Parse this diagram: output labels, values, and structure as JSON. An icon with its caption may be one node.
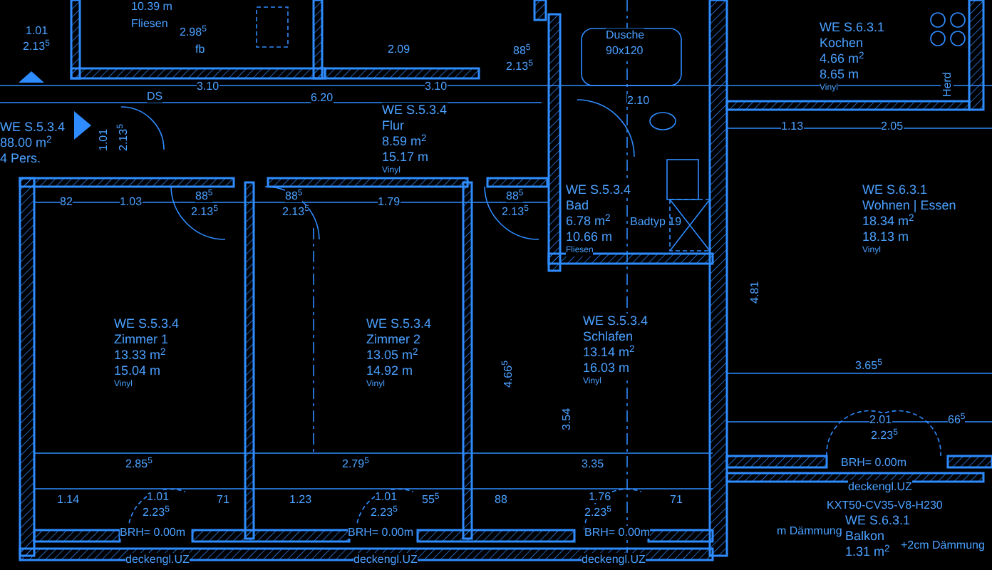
{
  "diagram": {
    "nodes": [
      {
        "text": [
          "WE S.5.3.4",
          "Flur",
          "8.59 m$^{2}$",
          "15.17 m",
          "Vinyl"
        ]
      },
      {
        "text": [
          "WE S.5.3.4",
          "Zimmer 1",
          "13.33 m$^{2}$",
          "15.04 m",
          "Vinyl"
        ]
      },
      {
        "text": [
          "WE S.5.3.4",
          "Zimmer 2",
          "13.05 m$^{2}$",
          "14.92 m",
          "Vinyl"
        ]
      },
      {
        "text": [
          "WE S.5.3.4",
          "Bad",
          "6.78 m$^{2}$",
          "10.66 m",
          "Fliesen"
        ],
        "beside": [
          "Badtyp 19"
        ]
      },
      {
        "text": [
          "WE S.5.3.4",
          "Schlafen",
          "13.14 m$^{2}$",
          "16.03 m",
          "Vinyl"
        ]
      },
      {
        "text": [
          "WE S.6.3.1",
          "Kochen",
          "4.66 m$^{2}$",
          "8.65 m",
          "Vinyl"
        ]
      },
      {
        "text": [
          "WE S.6.3.1",
          "Wohnen | Essen",
          "18.34 m$^{2}$",
          "18.13 m",
          "Vinyl"
        ]
      },
      {
        "text": [
          "WE S.6.3.1",
          "Balkon",
          "1.31 m$^{2}$"
        ]
      },
      {
        "text": [
          "WE S.5.3.4",
          "88.00 m$^{2}$",
          "4 Pers."
        ]
      }
    ],
    "labels": [
      "1.01",
      "2.13$^{5}$",
      "10.39 m",
      "Fliesen",
      "2.98$^{5}$",
      "fb",
      "2.09",
      "3.10",
      "6.20",
      "3.10",
      "DS",
      "1.01",
      "2.13$^{5}$",
      "Dusche",
      "90x120",
      "2.10",
      "1.13",
      "2.05",
      "88$^{5}$",
      "2.13$^{5}$",
      "Herd",
      "82",
      "1.03",
      "88$^{5}$",
      "2.13$^{5}$",
      "88$^{5}$",
      "2.13$^{5}$",
      "1.79",
      "88$^{5}$",
      "2.13$^{5}$",
      "4.81",
      "4.66$^{5}$",
      "3.65$^{5}$",
      "2.85$^{5}$",
      "2.79$^{5}$",
      "3.35",
      "3.54",
      "1.14",
      "1.01",
      "2.23$^{5}$",
      "71",
      "1.23",
      "1.01",
      "2.23$^{5}$",
      "55$^{5}$",
      "88",
      "1.76",
      "2.23$^{5}$",
      "71",
      "2.01",
      "2.23$^{5}$",
      "66$^{5}$",
      "BRH= 0.00m",
      "BRH= 0.00m",
      "BRH= 0.00m",
      "BRH= 0.00m",
      "deckengl.UZ",
      "deckengl.UZ",
      "deckengl.UZ",
      "deckengl.UZ",
      "KXT50-CV35-V8-H230",
      "m Dämmung",
      "+2cm Dämmung"
    ]
  }
}
